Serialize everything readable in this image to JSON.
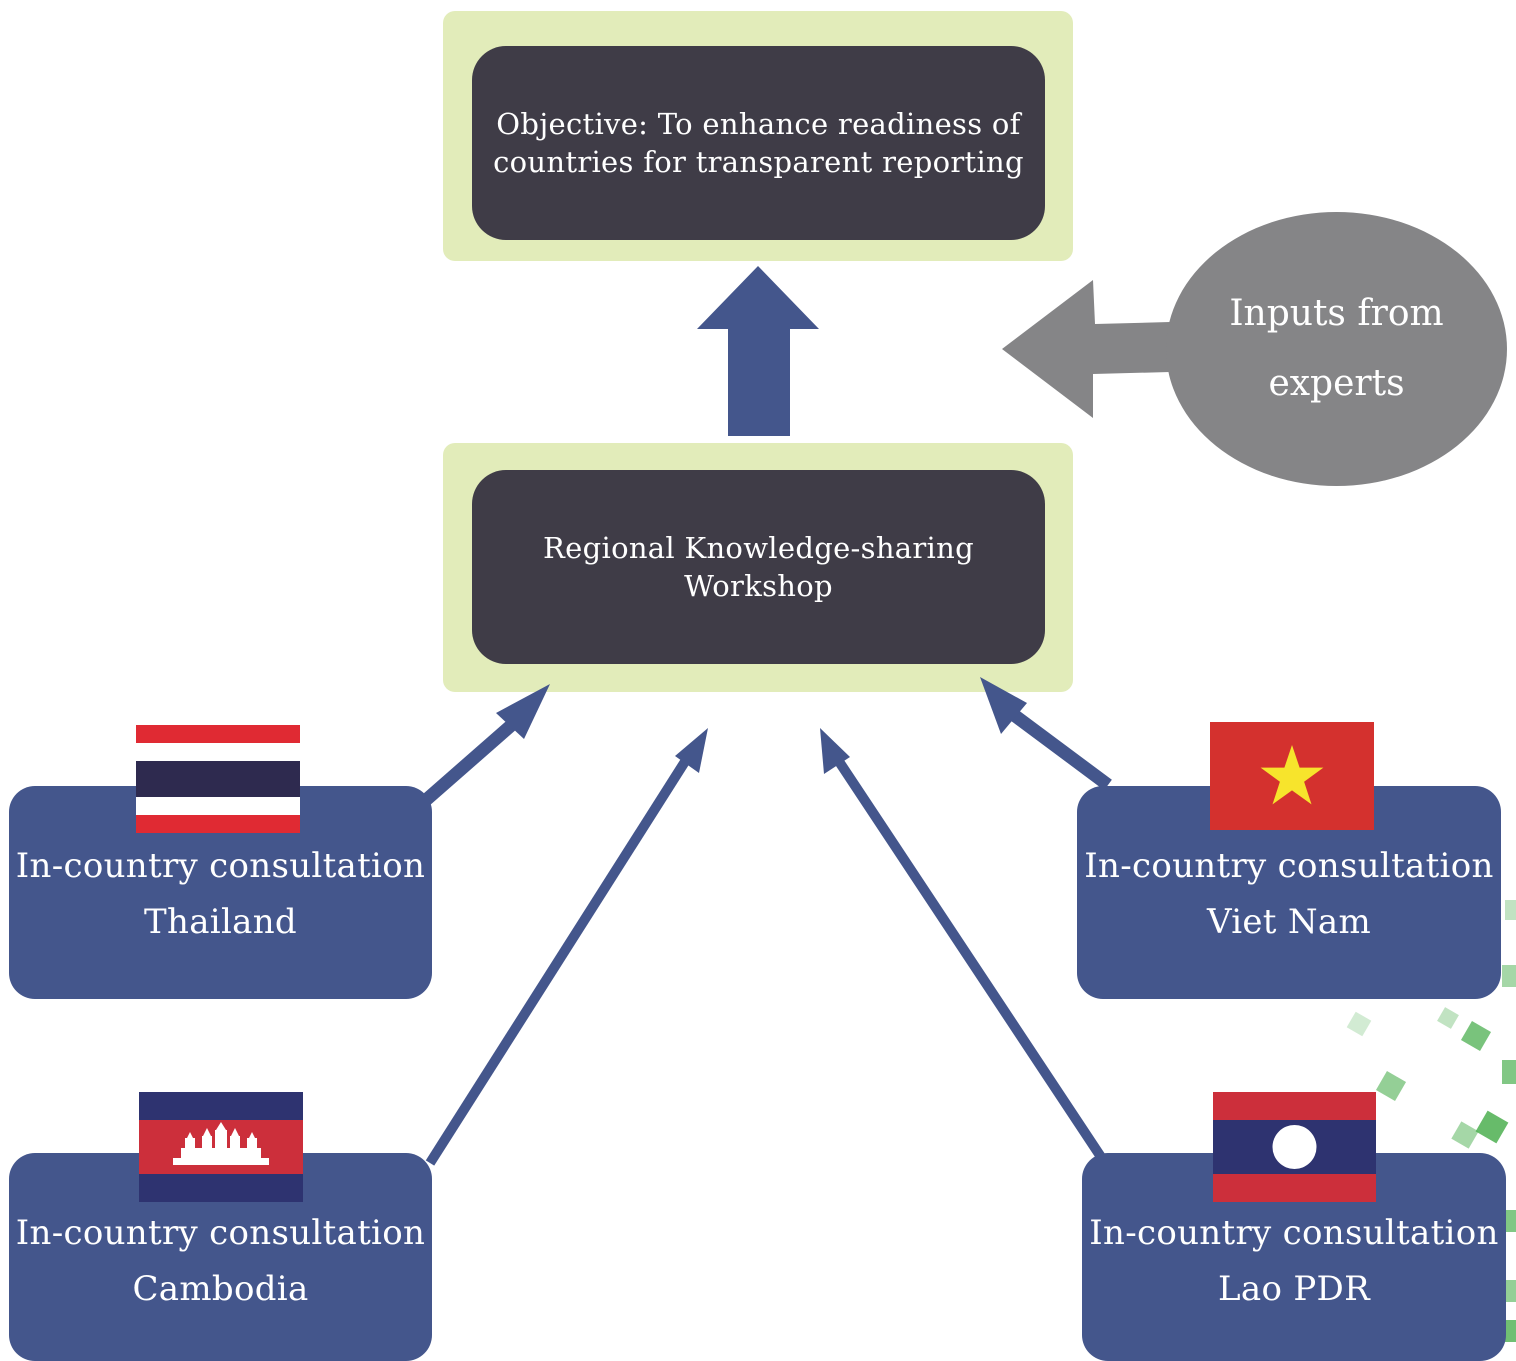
{
  "objective": {
    "line1": "Objective: To enhance readiness of",
    "line2": "countries for transparent reporting"
  },
  "workshop": {
    "line1": "Regional Knowledge-sharing",
    "line2": "Workshop"
  },
  "experts": {
    "line1": "Inputs from",
    "line2": "experts"
  },
  "consultations": [
    {
      "title": "In-country consultation",
      "country": "Thailand",
      "flag": "thailand-flag"
    },
    {
      "title": "In-country consultation",
      "country": "Viet Nam",
      "flag": "viet-nam-flag"
    },
    {
      "title": "In-country consultation",
      "country": "Cambodia",
      "flag": "cambodia-flag"
    },
    {
      "title": "In-country consultation",
      "country": "Lao PDR",
      "flag": "lao-flag"
    }
  ],
  "colors": {
    "frame": "#e2ecba",
    "dark_box": "#3f3c47",
    "card": "#44568c",
    "arrow": "#44568c",
    "experts_ellipse": "#858587",
    "decoration_green": "#4caf50"
  }
}
